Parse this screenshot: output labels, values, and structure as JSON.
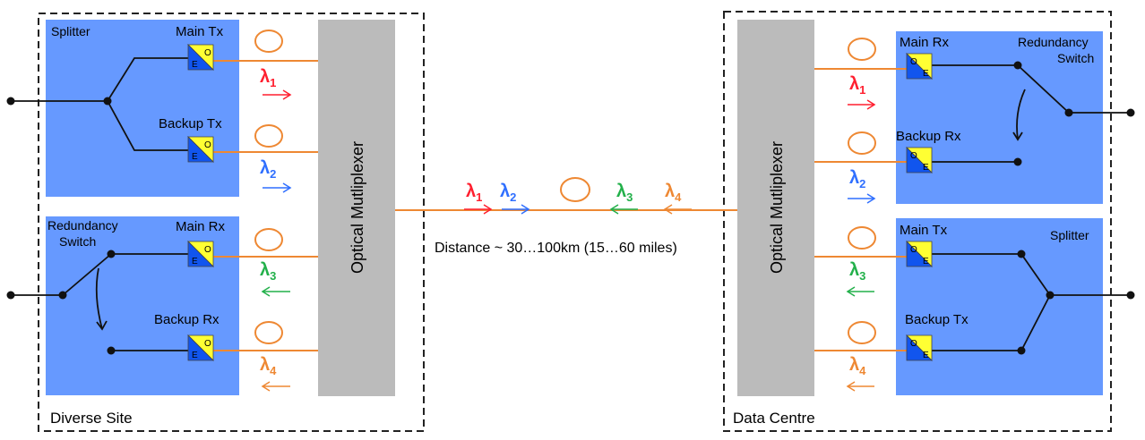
{
  "sites": {
    "diverse": {
      "label": "Diverse Site"
    },
    "datacentre": {
      "label": "Data Centre"
    }
  },
  "mux": {
    "label": "Optical Mutliplexer"
  },
  "link": {
    "distance_text": "Distance ~ 30…100km (15…60 miles)"
  },
  "transceiver": {
    "o_label": "O",
    "e_label": "E"
  },
  "blocks": {
    "splitter_label": "Splitter",
    "redundancy_label_1": "Redundancy",
    "redundancy_label_2": "Switch"
  },
  "ports": {
    "main_tx": "Main Tx",
    "backup_tx": "Backup Tx",
    "main_rx": "Main Rx",
    "backup_rx": "Backup Rx"
  },
  "wavelengths": [
    {
      "symbol": "λ",
      "sub": "1",
      "color": "#ff1f2f"
    },
    {
      "symbol": "λ",
      "sub": "2",
      "color": "#2f6fff"
    },
    {
      "symbol": "λ",
      "sub": "3",
      "color": "#22b04a"
    },
    {
      "symbol": "λ",
      "sub": "4",
      "color": "#ee8833"
    }
  ],
  "colors": {
    "block_fill": "#6699ff",
    "fiber": "#ee8833",
    "mux_fill": "#bbbbbb",
    "trx_yellow": "#ffff33",
    "trx_blue": "#1155ee"
  }
}
